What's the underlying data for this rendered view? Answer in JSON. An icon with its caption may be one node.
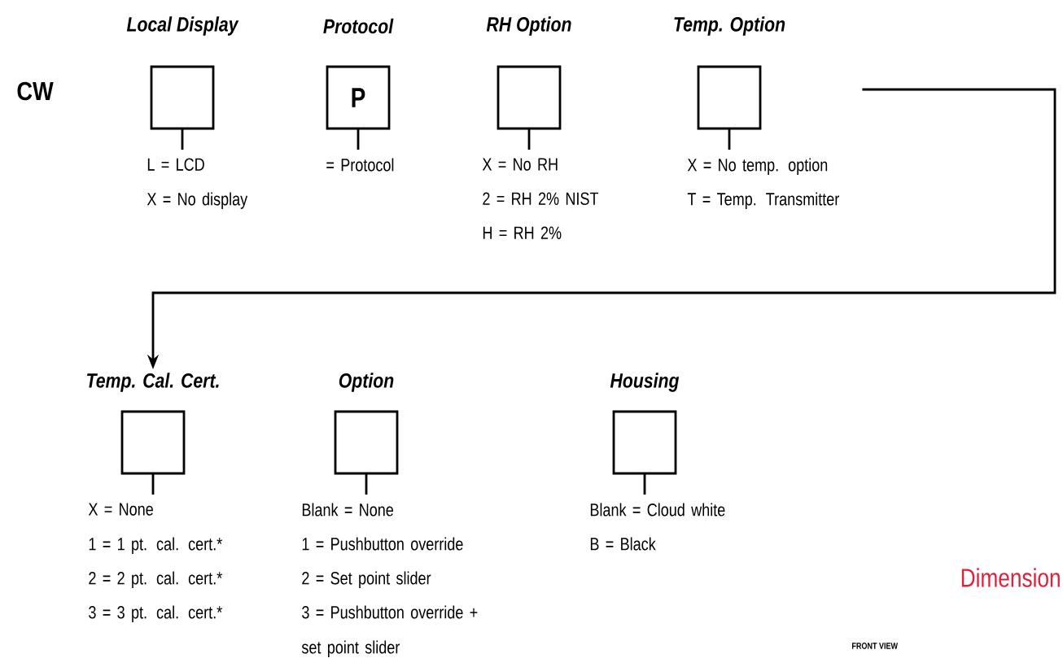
{
  "diagram": {
    "nodes": [
      {
        "text": [
          "Local Display"
        ],
        "beside": [
          "L = LCD",
          "X = No display"
        ]
      },
      {
        "text": [
          "Protocol",
          "P"
        ],
        "beside": [
          "= Protocol"
        ]
      },
      {
        "text": [
          "RH Option"
        ],
        "beside": [
          "X = No RH",
          "2 = RH 2% NIST",
          "H = RH 2%"
        ]
      },
      {
        "text": [
          "Temp. Option"
        ],
        "beside": [
          "X = No temp. option",
          "T = Temp. Transmitter"
        ]
      },
      {
        "text": [
          "Temp. Cal. Cert."
        ],
        "beside": [
          "X = None",
          "1 = 1 pt. cal. cert.*",
          "2 = 2 pt. cal. cert.*",
          "3 = 3 pt. cal. cert.*"
        ]
      },
      {
        "text": [
          "Option"
        ],
        "beside": [
          "Blank = None",
          "1 = Pushbutton override",
          "2 = Set point slider",
          "3 = Pushbutton override + set point slider"
        ]
      },
      {
        "text": [
          "Housing"
        ],
        "beside": [
          "Blank = Cloud white",
          "B = Black"
        ]
      }
    ],
    "edges": [
      {
        "from": 3,
        "to": 4,
        "arrow": "to"
      }
    ],
    "labels": [
      "CW",
      "Dimension",
      "FRONT VIEW"
    ]
  }
}
